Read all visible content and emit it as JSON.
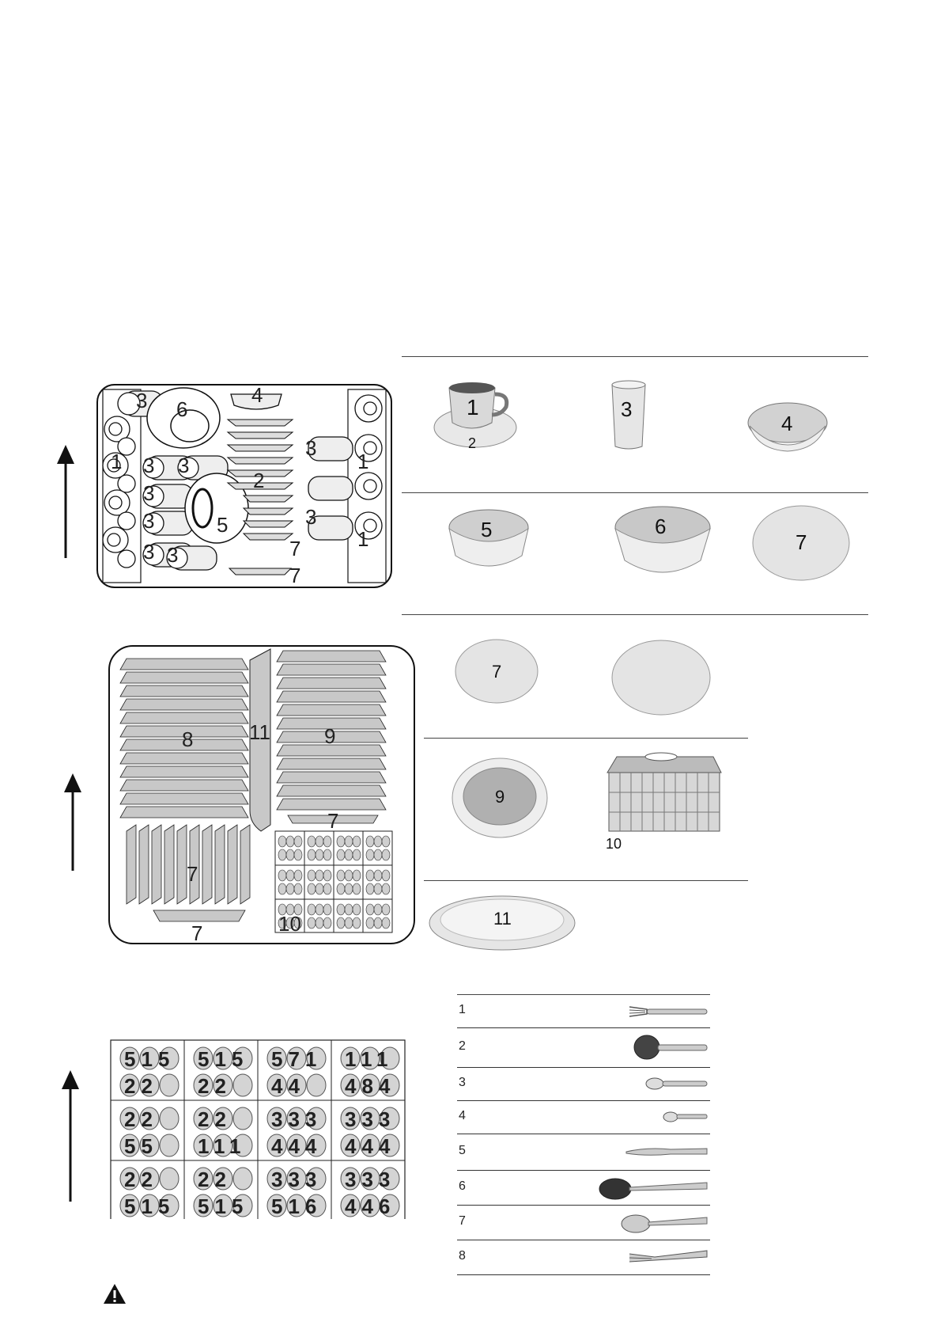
{
  "upper_rack": {
    "labels": {
      "cup": "1",
      "saucer": "2",
      "glass": "3",
      "bowl_small": "4",
      "bowl_medium": "5",
      "bowl_large": "6",
      "plate_small": "7"
    }
  },
  "lower_rack": {
    "labels": {
      "plate_large": "8",
      "plate_soup": "9",
      "basket": "10",
      "platter": "11",
      "plate_small": "7"
    }
  },
  "legend_items": [
    {
      "number": "1",
      "sub": "2",
      "name": "cup-with-saucer"
    },
    {
      "number": "3",
      "name": "glass"
    },
    {
      "number": "4",
      "name": "small-bowl"
    },
    {
      "number": "5",
      "name": "medium-bowl"
    },
    {
      "number": "6",
      "name": "large-bowl"
    },
    {
      "number": "7",
      "name": "dessert-plate-large"
    },
    {
      "number": "7",
      "name": "dessert-plate"
    },
    {
      "number": "",
      "name": "plate"
    },
    {
      "number": "9",
      "name": "soup-plate"
    },
    {
      "number": "10",
      "name": "cutlery-basket"
    },
    {
      "number": "11",
      "name": "oval-platter"
    }
  ],
  "basket_grid": {
    "cells": [
      [
        "515",
        "22",
        "515",
        "22",
        "571",
        "44",
        "111",
        "484"
      ],
      [
        "22",
        "55",
        "22",
        "111",
        "333",
        "444",
        "333",
        "444"
      ],
      [
        "22",
        "515",
        "22",
        "515",
        "333",
        "516",
        "333",
        "446"
      ]
    ]
  },
  "cutlery": [
    {
      "number": "1",
      "name": "fork"
    },
    {
      "number": "2",
      "name": "ladle"
    },
    {
      "number": "3",
      "name": "teaspoon"
    },
    {
      "number": "4",
      "name": "coffee-spoon"
    },
    {
      "number": "5",
      "name": "knife"
    },
    {
      "number": "6",
      "name": "serving-spoon"
    },
    {
      "number": "7",
      "name": "tablespoon"
    },
    {
      "number": "8",
      "name": "serving-fork"
    }
  ],
  "colors": {
    "ink": "#222222",
    "fill_light": "#d4d4d4",
    "fill_dark": "#9a9a9a"
  }
}
